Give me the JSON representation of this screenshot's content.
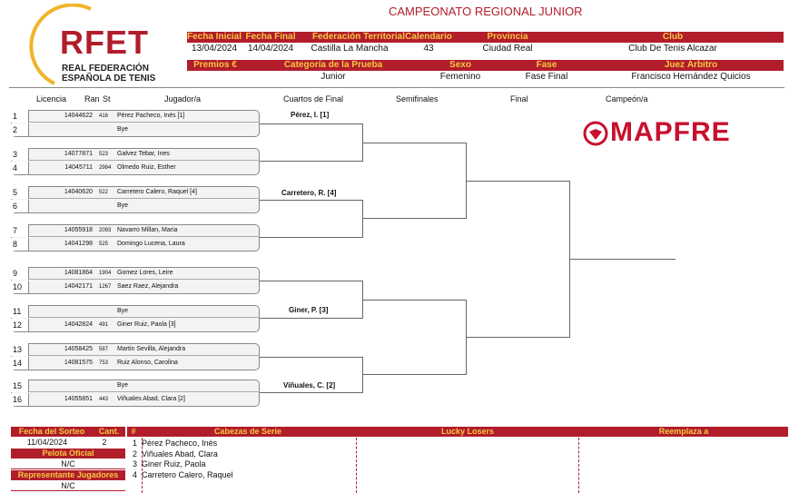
{
  "logo": {
    "text": "RFET",
    "sub1": "REAL FEDERACIÓN",
    "sub2": "ESPAÑOLA DE TENIS"
  },
  "title": "CAMPEONATO REGIONAL JUNIOR",
  "info1": {
    "headers": [
      "Fecha Inicial",
      "Fecha Final",
      "Federación Territorial",
      "Calendario",
      "Provincia",
      "Club"
    ],
    "values": [
      "13/04/2024",
      "14/04/2024",
      "Castilla La Mancha",
      "43",
      "Ciudad Real",
      "Club De Tenis Alcazar"
    ]
  },
  "info2": {
    "headers": [
      "Premios €",
      "Categoría de la Prueba",
      "Sexo",
      "Fase",
      "Juez Árbitro"
    ],
    "values": [
      "",
      "Junior",
      "Femenino",
      "Fase Final",
      "Francisco Hernández Quicios"
    ]
  },
  "columns": [
    "Licencia",
    "Ran",
    "St",
    "Jugador/a",
    "Cuartos de Final",
    "Semifinales",
    "Final",
    "Campeón/a"
  ],
  "players": [
    {
      "num": "1",
      "lic": "14044622",
      "rank": "416",
      "name": "Pérez Pacheco, Inés [1]"
    },
    {
      "num": "2",
      "lic": "",
      "rank": "",
      "name": "Bye"
    },
    {
      "num": "3",
      "lic": "14077871",
      "rank": "523",
      "name": "Galvez Tebar, Ines"
    },
    {
      "num": "4",
      "lic": "14045711",
      "rank": "2984",
      "name": "Olmedo Ruiz, Esther"
    },
    {
      "num": "5",
      "lic": "14040620",
      "rank": "522",
      "name": "Carretero Calero, Raquel [4]"
    },
    {
      "num": "6",
      "lic": "",
      "rank": "",
      "name": "Bye"
    },
    {
      "num": "7",
      "lic": "14055918",
      "rank": "2093",
      "name": "Navarro Millan, Maria"
    },
    {
      "num": "8",
      "lic": "14041298",
      "rank": "525",
      "name": "Domingo Lucena, Laura"
    },
    {
      "num": "9",
      "lic": "14081864",
      "rank": "1904",
      "name": "Gomez Lores, Leire"
    },
    {
      "num": "10",
      "lic": "14042171",
      "rank": "1267",
      "name": "Saez Raez, Alejandra"
    },
    {
      "num": "11",
      "lic": "",
      "rank": "",
      "name": "Bye"
    },
    {
      "num": "12",
      "lic": "14042824",
      "rank": "491",
      "name": "Giner Ruiz, Paola [3]"
    },
    {
      "num": "13",
      "lic": "14058425",
      "rank": "587",
      "name": "Martin Sevilla, Alejandra"
    },
    {
      "num": "14",
      "lic": "14081575",
      "rank": "753",
      "name": "Ruiz Alonso, Carolina"
    },
    {
      "num": "15",
      "lic": "",
      "rank": "",
      "name": "Bye"
    },
    {
      "num": "16",
      "lic": "14055851",
      "rank": "443",
      "name": "Viñuales Abad, Clara [2]"
    }
  ],
  "r2_winners": [
    "Pérez, I. [1]",
    "Carretero, R. [4]",
    "Giner, P. [3]",
    "Viñuales, C. [2]"
  ],
  "sponsor": "MAPFRE",
  "footer": {
    "labels": {
      "sorteo": "Fecha del Sorteo",
      "cant": "Cant.",
      "hash": "#",
      "cabezas": "Cabezas de Serie",
      "lucky": "Lucky Losers",
      "reemplaza": "Reemplaza a",
      "pelota": "Pelota Oficial",
      "repr": "Representante Jugadores"
    },
    "sorteo_val": "11/04/2024",
    "cant_val": "2",
    "pelota_val": "N/C",
    "repr_val": "N/C",
    "seeds": [
      {
        "n": "1",
        "name": "Pérez Pacheco, Inés"
      },
      {
        "n": "2",
        "name": "Viñuales Abad, Clara"
      },
      {
        "n": "3",
        "name": "Giner Ruiz, Paola"
      },
      {
        "n": "4",
        "name": "Carretero Calero, Raquel"
      }
    ]
  },
  "colors": {
    "accent": "#b11d2b",
    "label": "#f5c842",
    "logo_ring": "#f0b429"
  }
}
